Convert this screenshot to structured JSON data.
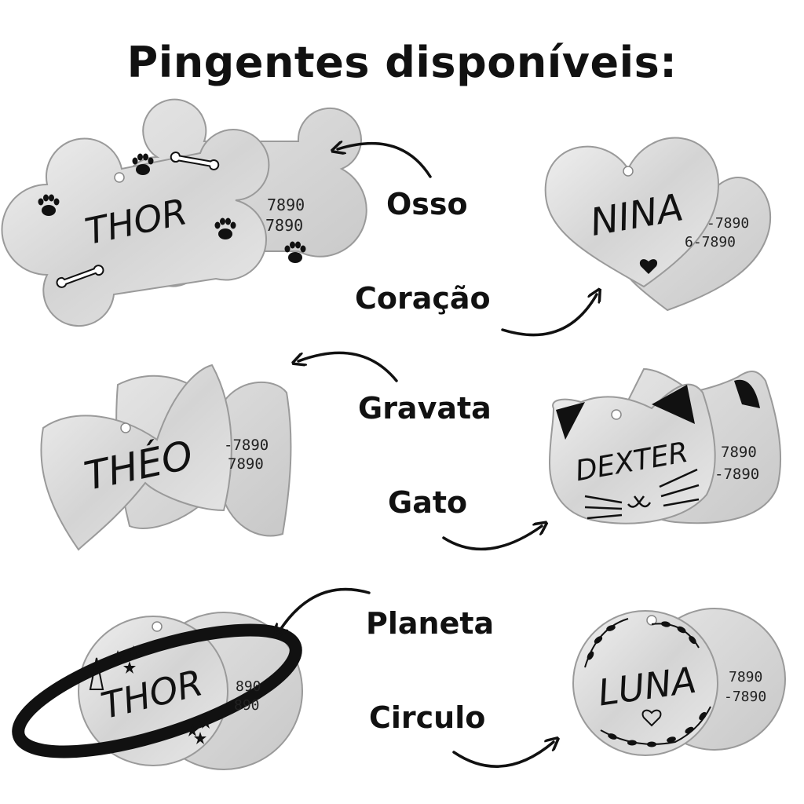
{
  "title": "Pingentes disponíveis:",
  "options": [
    {
      "label": "Osso",
      "tag_name": "THOR",
      "phone_line1": "7890",
      "phone_line2": "7890"
    },
    {
      "label": "Coração",
      "tag_name": "NINA",
      "phone_line1": "-7890",
      "phone_line2": "6-7890"
    },
    {
      "label": "Gravata",
      "tag_name": "THÉO",
      "phone_line1": "-7890",
      "phone_line2": "7890"
    },
    {
      "label": "Gato",
      "tag_name": "DEXTER",
      "phone_line1": "7890",
      "phone_line2": "-7890"
    },
    {
      "label": "Planeta",
      "tag_name": "THOR",
      "phone_line1": "890",
      "phone_line2": "890"
    },
    {
      "label": "Circulo",
      "tag_name": "LUNA",
      "phone_line1": "7890",
      "phone_line2": "-7890"
    }
  ],
  "colors": {
    "metal": "#d9d9d9",
    "metal_dark": "#bdbdbd",
    "ink": "#111111"
  },
  "icons": [
    "paw-icon",
    "bone-icon",
    "heart-icon",
    "rocket-icon",
    "star-icon",
    "leaf-wreath-icon",
    "arrow-icon"
  ]
}
